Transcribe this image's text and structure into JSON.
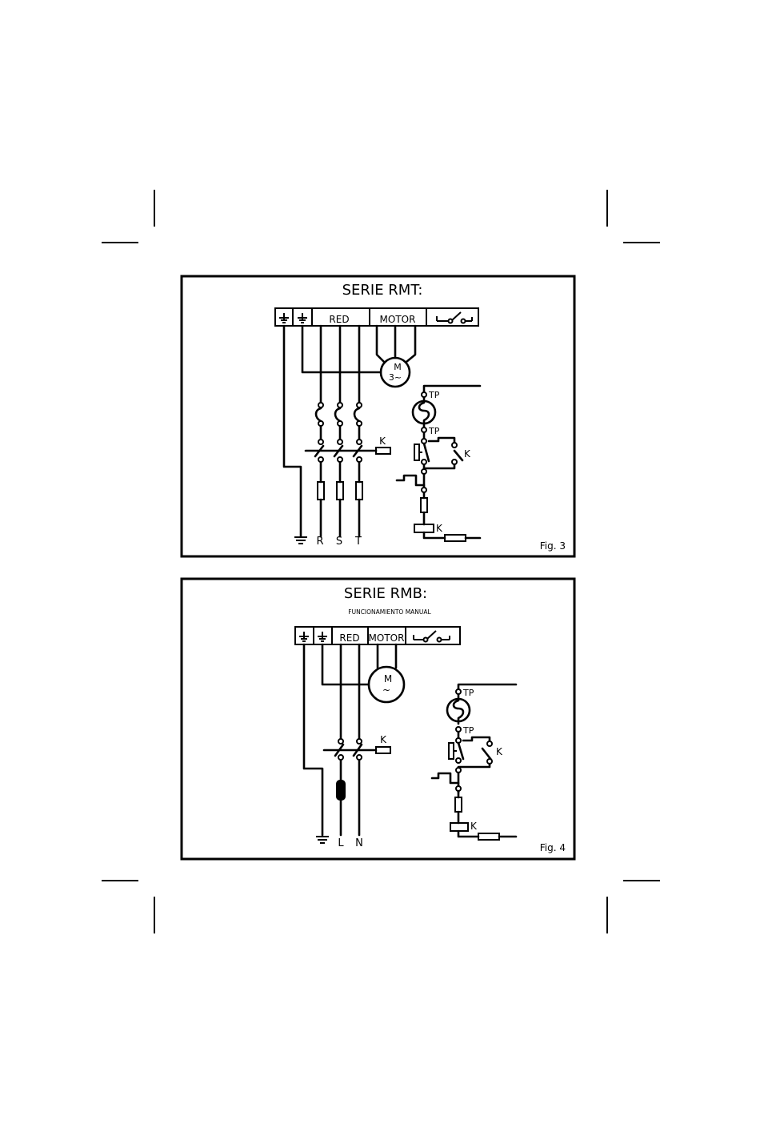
{
  "figures": [
    {
      "title": "SERIE RMT:",
      "subtitle": "",
      "terminal_block": {
        "red": "RED",
        "motor": "MOTOR"
      },
      "motor": {
        "top": "M",
        "bottom": "3~"
      },
      "labels": {
        "tp_top": "TP",
        "tp_bottom": "TP",
        "k_contactor": "K",
        "k_aux": "K",
        "k_coil": "K"
      },
      "supply": [
        "R",
        "S",
        "T"
      ],
      "caption": "Fig. 3"
    },
    {
      "title": "SERIE RMB:",
      "subtitle": "FUNCIONAMIENTO MANUAL",
      "terminal_block": {
        "red": "RED",
        "motor": "MOTOR"
      },
      "motor": {
        "top": "M",
        "bottom": "~"
      },
      "labels": {
        "tp_top": "TP",
        "tp_bottom": "TP",
        "k_contactor": "K",
        "k_aux": "K",
        "k_coil": "K"
      },
      "supply": [
        "L",
        "N"
      ],
      "caption": "Fig. 4"
    }
  ]
}
